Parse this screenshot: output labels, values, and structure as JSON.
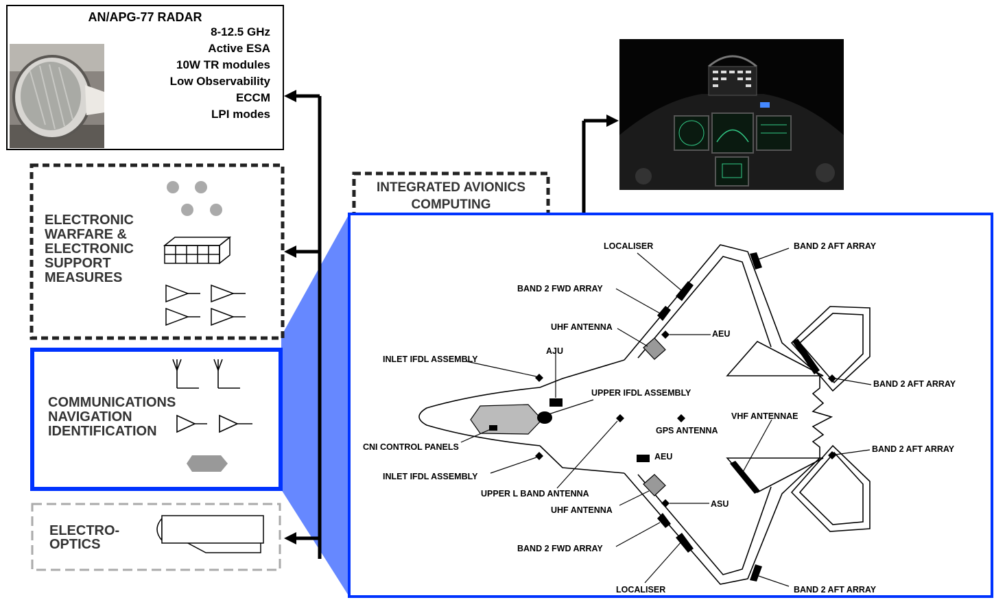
{
  "radar": {
    "title": "AN/APG-77 RADAR",
    "specs": [
      "8-12.5 GHz",
      "Active ESA",
      "10W TR modules",
      "Low Observability",
      "ECCM",
      "LPI modes"
    ]
  },
  "ew_box": {
    "lines": [
      "ELECTRONIC",
      "WARFARE &",
      "ELECTRONIC",
      "SUPPORT",
      "MEASURES"
    ]
  },
  "cni_box": {
    "lines": [
      "COMMUNICATIONS",
      "NAVIGATION",
      "IDENTIFICATION"
    ]
  },
  "eo_box": {
    "lines": [
      "ELECTRO-",
      "OPTICS"
    ]
  },
  "iac_box": {
    "lines": [
      "INTEGRATED AVIONICS",
      "COMPUTING"
    ]
  },
  "aircraft_labels": {
    "localiser_top": "LOCALISER",
    "band2_aft_top": "BAND 2 AFT ARRAY",
    "band2_fwd_top": "BAND 2 FWD ARRAY",
    "uhf_antenna_top": "UHF ANTENNA",
    "aeu_top": "AEU",
    "aju": "AJU",
    "inlet_ifdl_top": "INLET IFDL ASSEMBLY",
    "band2_aft_right_top": "BAND 2 AFT ARRAY",
    "upper_ifdl": "UPPER IFDL ASSEMBLY",
    "vhf_antennae": "VHF ANTENNAE",
    "gps_antenna": "GPS ANTENNA",
    "cni_control_panels": "CNI CONTROL PANELS",
    "band2_aft_right_bottom": "BAND 2 AFT ARRAY",
    "aeu_bottom": "AEU",
    "inlet_ifdl_bottom": "INLET IFDL ASSEMBLY",
    "upper_l_band": "UPPER L BAND ANTENNA",
    "uhf_antenna_bottom": "UHF ANTENNA",
    "asu": "ASU",
    "band2_fwd_bottom": "BAND 2 FWD ARRAY",
    "localiser_bottom": "LOCALISER",
    "band2_aft_bottom": "BAND 2 AFT ARRAY"
  },
  "colors": {
    "highlight_blue": "#0033ff",
    "wedge_fill": "#6688ff",
    "dashed_dark": "#222222",
    "dashed_light": "#aaaaaa",
    "shape_gray": "#999999"
  }
}
